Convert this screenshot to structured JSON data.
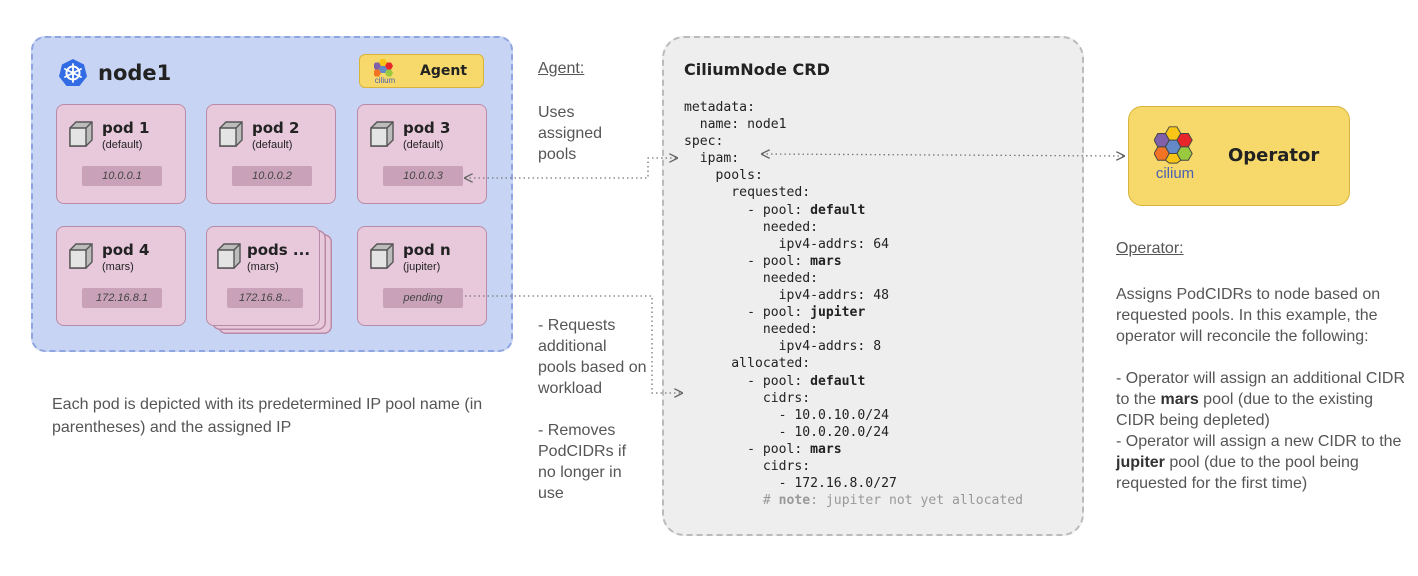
{
  "node": {
    "title": "node1",
    "agent_label": "Agent",
    "agent_logo_text": "cilium",
    "pods": [
      {
        "name": "pod 1",
        "pool": "(default)",
        "ip": "10.0.0.1"
      },
      {
        "name": "pod 2",
        "pool": "(default)",
        "ip": "10.0.0.2"
      },
      {
        "name": "pod 3",
        "pool": "(default)",
        "ip": "10.0.0.3"
      },
      {
        "name": "pod 4",
        "pool": "(mars)",
        "ip": "172.16.8.1"
      },
      {
        "name": "pods ...",
        "pool": "(mars)",
        "ip": "172.16.8..."
      },
      {
        "name": "pod n",
        "pool": "(jupiter)",
        "ip": "pending"
      }
    ],
    "caption": "Each pod is depicted with its predetermined IP pool name (in parentheses) and the assigned IP"
  },
  "agent_notes": {
    "heading": "Agent:",
    "uses": "Uses assigned pools",
    "requests": "- Requests additional pools based on workload",
    "removes": "- Removes PodCIDRs if no longer in use"
  },
  "crd": {
    "title": "CiliumNode CRD",
    "lines": [
      {
        "t": "metadata:"
      },
      {
        "t": "  name: node1"
      },
      {
        "t": "spec:"
      },
      {
        "t": "  ipam:"
      },
      {
        "t": "    pools:"
      },
      {
        "t": "      requested:"
      },
      {
        "t": "        - pool: ",
        "b": "default"
      },
      {
        "t": "          needed:"
      },
      {
        "t": "            ipv4-addrs: 64"
      },
      {
        "t": "        - pool: ",
        "b": "mars"
      },
      {
        "t": "          needed:"
      },
      {
        "t": "            ipv4-addrs: 48"
      },
      {
        "t": "        - pool: ",
        "b": "jupiter"
      },
      {
        "t": "          needed:"
      },
      {
        "t": "            ipv4-addrs: 8"
      },
      {
        "t": "      allocated:"
      },
      {
        "t": "        - pool: ",
        "b": "default"
      },
      {
        "t": "          cidrs:"
      },
      {
        "t": "            - 10.0.10.0/24"
      },
      {
        "t": "            - 10.0.20.0/24"
      },
      {
        "t": "        - pool: ",
        "b": "mars"
      },
      {
        "t": "          cidrs:"
      },
      {
        "t": "            - 172.16.8.0/27"
      },
      {
        "t": "          # ",
        "cb": "note",
        "c": ": jupiter not yet allocated"
      }
    ]
  },
  "operator": {
    "label": "Operator",
    "logo_text": "cilium",
    "heading": "Operator:",
    "intro": "Assigns PodCIDRs to node based on requested pools. In this example, the operator will reconcile the following:",
    "item1_a": "- Operator will assign an additional CIDR to the ",
    "item1_b": "mars",
    "item1_c": " pool (due to the existing CIDR being depleted)",
    "item2_a": "- Operator will assign a new CIDR to the ",
    "item2_b": "jupiter",
    "item2_c": " pool (due to the pool being requested for the first time)"
  },
  "colors": {
    "node_bg": "#c8d4f3",
    "pod_bg": "#e8c9dc",
    "cilium_yellow": "#f6d96a",
    "crd_bg": "#eeeeee"
  }
}
